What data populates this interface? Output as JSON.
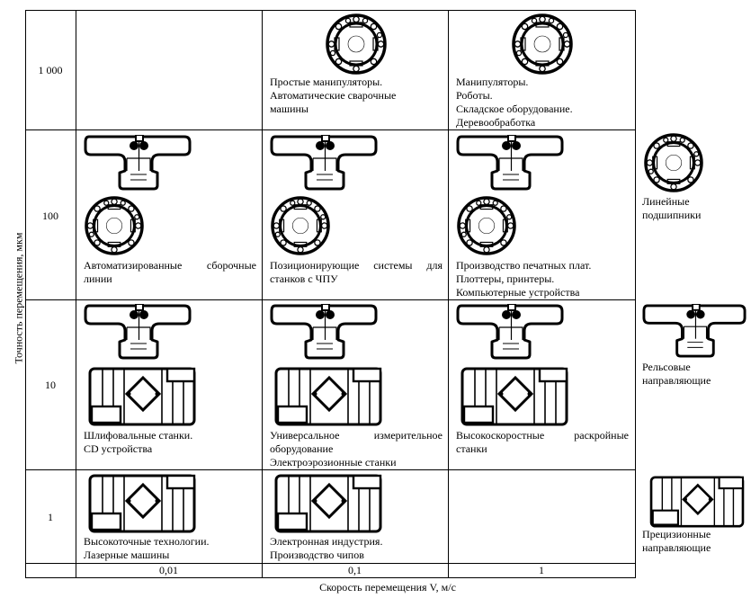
{
  "y_axis_label": "Точность перемещения, мкм",
  "x_axis_label": "Скорость перемещения V, м/с",
  "rows": [
    {
      "label": "1 000"
    },
    {
      "label": "100"
    },
    {
      "label": "10"
    },
    {
      "label": "1"
    }
  ],
  "columns": [
    "0,01",
    "0,1",
    "1"
  ],
  "cells": {
    "r1c2": [
      "Простые манипуляторы.",
      "Автоматические сварочные",
      "машины"
    ],
    "r1c3": [
      "Манипуляторы.",
      "Роботы.",
      "Складское оборудование.",
      "Деревообработка"
    ],
    "r2c1": [
      "Автоматизированные сборочные",
      "линии"
    ],
    "r2c2": [
      "Позиционирующие системы для",
      "станков с ЧПУ"
    ],
    "r2c3": [
      "Производство печатных плат.",
      "Плоттеры, принтеры.",
      "Компьютерные устройства"
    ],
    "r3c1": [
      "Шлифовальные станки.",
      "CD устройства"
    ],
    "r3c2": [
      "Универсальное измерительное",
      "оборудование",
      "Электроэрозионные станки"
    ],
    "r3c3": [
      "Высокоскоростные раскройные",
      "станки"
    ],
    "r4c1": [
      "Высокоточные технологии.",
      "Лазерные машины"
    ],
    "r4c2": [
      "Электронная индустрия.",
      "Производство чипов"
    ]
  },
  "legend": [
    {
      "icon": "bearing-ring-icon",
      "lines": [
        "Линейные",
        "подшипники"
      ]
    },
    {
      "icon": "rail-guide-icon",
      "lines": [
        "Рельсовые",
        "направляющие"
      ]
    },
    {
      "icon": "precision-guide-icon",
      "lines": [
        "Прецизионные",
        "направляющие"
      ]
    }
  ]
}
